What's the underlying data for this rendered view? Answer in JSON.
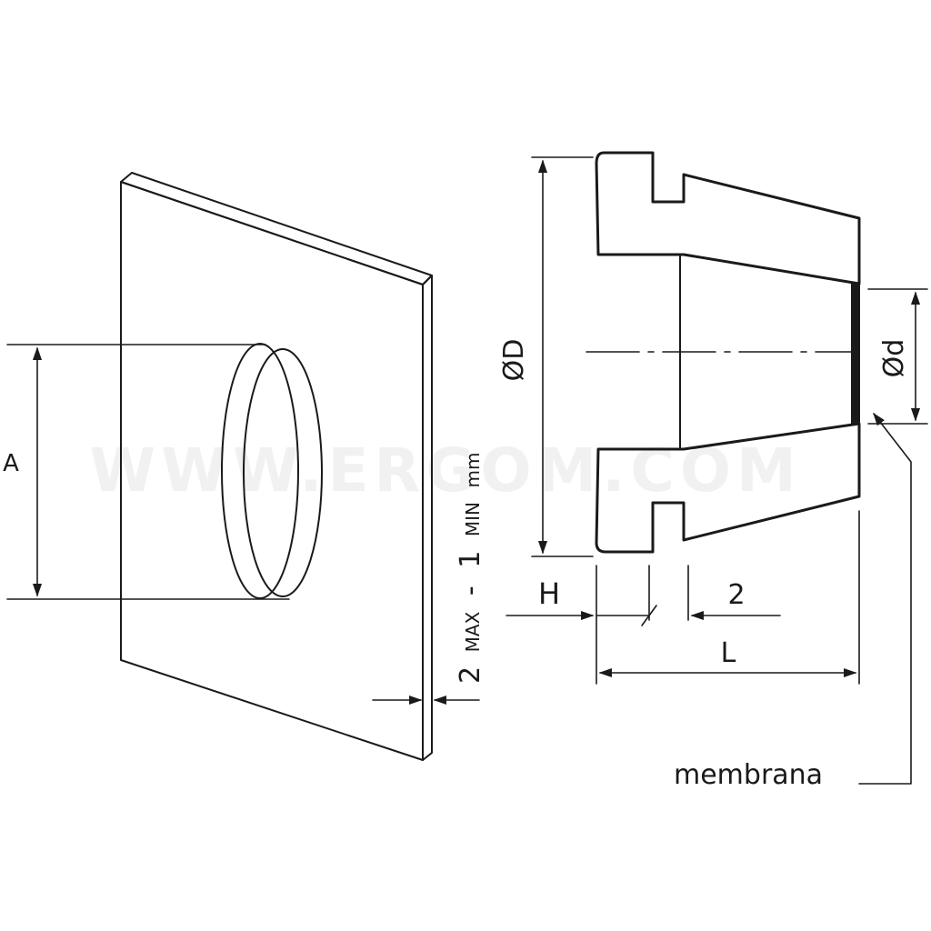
{
  "watermark": "WWW.ERGOM.COM",
  "labels": {
    "dim_a": "A",
    "dim_outer_diameter": "ØD",
    "dim_inner_diameter": "Ød",
    "dim_h": "H",
    "dim_groove": "2",
    "dim_l": "L",
    "membrane": "membrana",
    "panel_thickness_max_value": "2",
    "panel_thickness_max_word": "MAX",
    "panel_thickness_separator": "-",
    "panel_thickness_min_value": "1",
    "panel_thickness_min_word": "MIN",
    "panel_thickness_unit": "mm"
  },
  "colors": {
    "line": "#1a1a1a",
    "background": "#ffffff",
    "watermark": "#f1f1f1"
  }
}
